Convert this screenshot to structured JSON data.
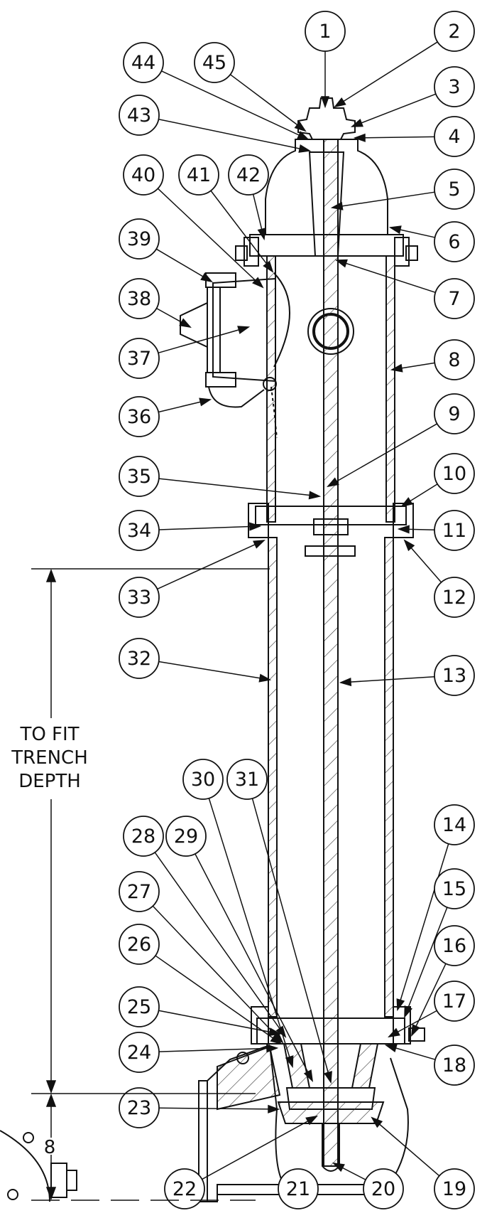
{
  "callouts": [
    {
      "n": "1"
    },
    {
      "n": "2"
    },
    {
      "n": "3"
    },
    {
      "n": "4"
    },
    {
      "n": "5"
    },
    {
      "n": "6"
    },
    {
      "n": "7"
    },
    {
      "n": "8"
    },
    {
      "n": "9"
    },
    {
      "n": "10"
    },
    {
      "n": "11"
    },
    {
      "n": "12"
    },
    {
      "n": "13"
    },
    {
      "n": "14"
    },
    {
      "n": "15"
    },
    {
      "n": "16"
    },
    {
      "n": "17"
    },
    {
      "n": "18"
    },
    {
      "n": "19"
    },
    {
      "n": "20"
    },
    {
      "n": "21"
    },
    {
      "n": "22"
    },
    {
      "n": "23"
    },
    {
      "n": "24"
    },
    {
      "n": "25"
    },
    {
      "n": "26"
    },
    {
      "n": "27"
    },
    {
      "n": "28"
    },
    {
      "n": "29"
    },
    {
      "n": "30"
    },
    {
      "n": "31"
    },
    {
      "n": "32"
    },
    {
      "n": "33"
    },
    {
      "n": "34"
    },
    {
      "n": "35"
    },
    {
      "n": "36"
    },
    {
      "n": "37"
    },
    {
      "n": "38"
    },
    {
      "n": "39"
    },
    {
      "n": "40"
    },
    {
      "n": "41"
    },
    {
      "n": "42"
    },
    {
      "n": "43"
    },
    {
      "n": "44"
    },
    {
      "n": "45"
    }
  ],
  "dimensions": {
    "trench_line1": "TO FIT",
    "trench_line2": "TRENCH",
    "trench_line3": "DEPTH",
    "bury": "8"
  },
  "colors": {
    "line": "#111111",
    "hatch": "#333333",
    "background": "#ffffff"
  }
}
